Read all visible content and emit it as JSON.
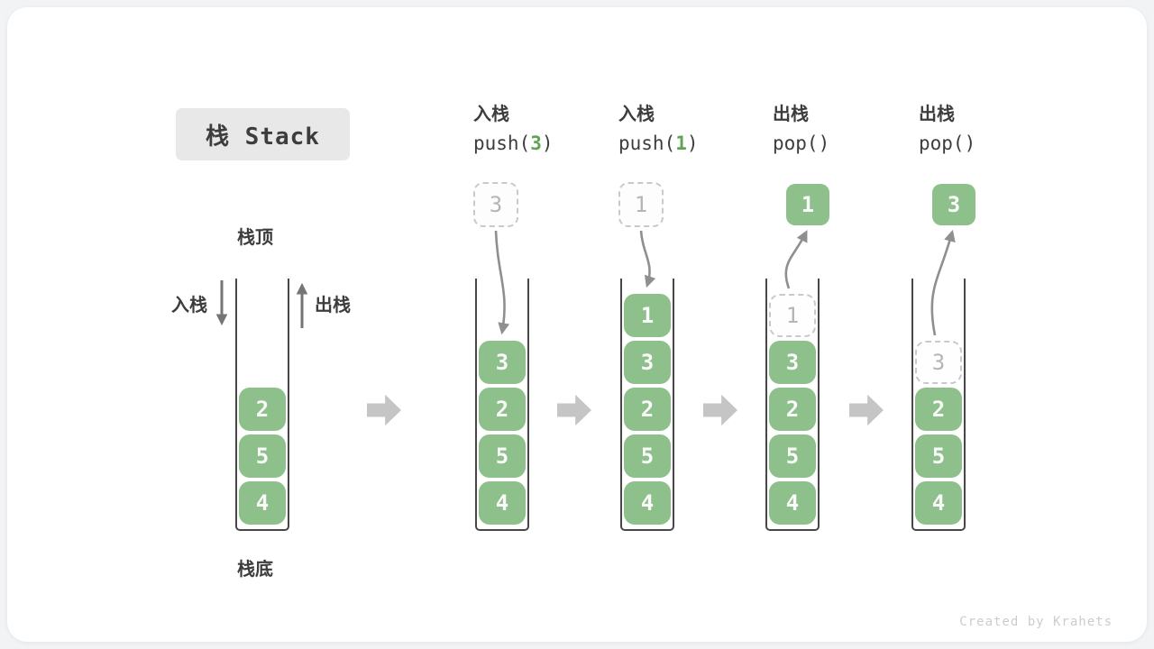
{
  "title": "栈 Stack",
  "footer": "Created by Krahets",
  "labels": {
    "stack_top": "栈顶",
    "stack_bottom": "栈底",
    "push_side": "入栈",
    "pop_side": "出栈"
  },
  "colors": {
    "green": "#8ec08b",
    "green_code": "#5fa453",
    "dark_text": "#3d3d3d",
    "container_wall": "#474747",
    "ghost_border": "#c9c9c9",
    "ghost_text": "#b5b5b5",
    "curve_arrow": "#8f8f8f",
    "block_arrow": "#c5c5c5",
    "title_bg": "#e8e8e8",
    "footer_text": "#cccccc"
  },
  "stages": [
    {
      "id": "initial",
      "op": null,
      "boxes": [
        {
          "value": "4",
          "ghost": false
        },
        {
          "value": "5",
          "ghost": false
        },
        {
          "value": "2",
          "ghost": false
        }
      ],
      "incoming": null,
      "popped": null
    },
    {
      "id": "push-3",
      "op": {
        "action": "入栈",
        "fn": "push",
        "arg": "3"
      },
      "boxes": [
        {
          "value": "4",
          "ghost": false
        },
        {
          "value": "5",
          "ghost": false
        },
        {
          "value": "2",
          "ghost": false
        },
        {
          "value": "3",
          "ghost": false
        }
      ],
      "incoming": {
        "value": "3"
      },
      "popped": null
    },
    {
      "id": "push-1",
      "op": {
        "action": "入栈",
        "fn": "push",
        "arg": "1"
      },
      "boxes": [
        {
          "value": "4",
          "ghost": false
        },
        {
          "value": "5",
          "ghost": false
        },
        {
          "value": "2",
          "ghost": false
        },
        {
          "value": "3",
          "ghost": false
        },
        {
          "value": "1",
          "ghost": false
        }
      ],
      "incoming": {
        "value": "1"
      },
      "popped": null
    },
    {
      "id": "pop-1",
      "op": {
        "action": "出栈",
        "fn": "pop",
        "arg": ""
      },
      "boxes": [
        {
          "value": "4",
          "ghost": false
        },
        {
          "value": "5",
          "ghost": false
        },
        {
          "value": "2",
          "ghost": false
        },
        {
          "value": "3",
          "ghost": false
        },
        {
          "value": "1",
          "ghost": true
        }
      ],
      "incoming": null,
      "popped": {
        "value": "1"
      }
    },
    {
      "id": "pop-3",
      "op": {
        "action": "出栈",
        "fn": "pop",
        "arg": ""
      },
      "boxes": [
        {
          "value": "4",
          "ghost": false
        },
        {
          "value": "5",
          "ghost": false
        },
        {
          "value": "2",
          "ghost": false
        },
        {
          "value": "3",
          "ghost": true
        }
      ],
      "incoming": null,
      "popped": {
        "value": "3"
      }
    }
  ]
}
